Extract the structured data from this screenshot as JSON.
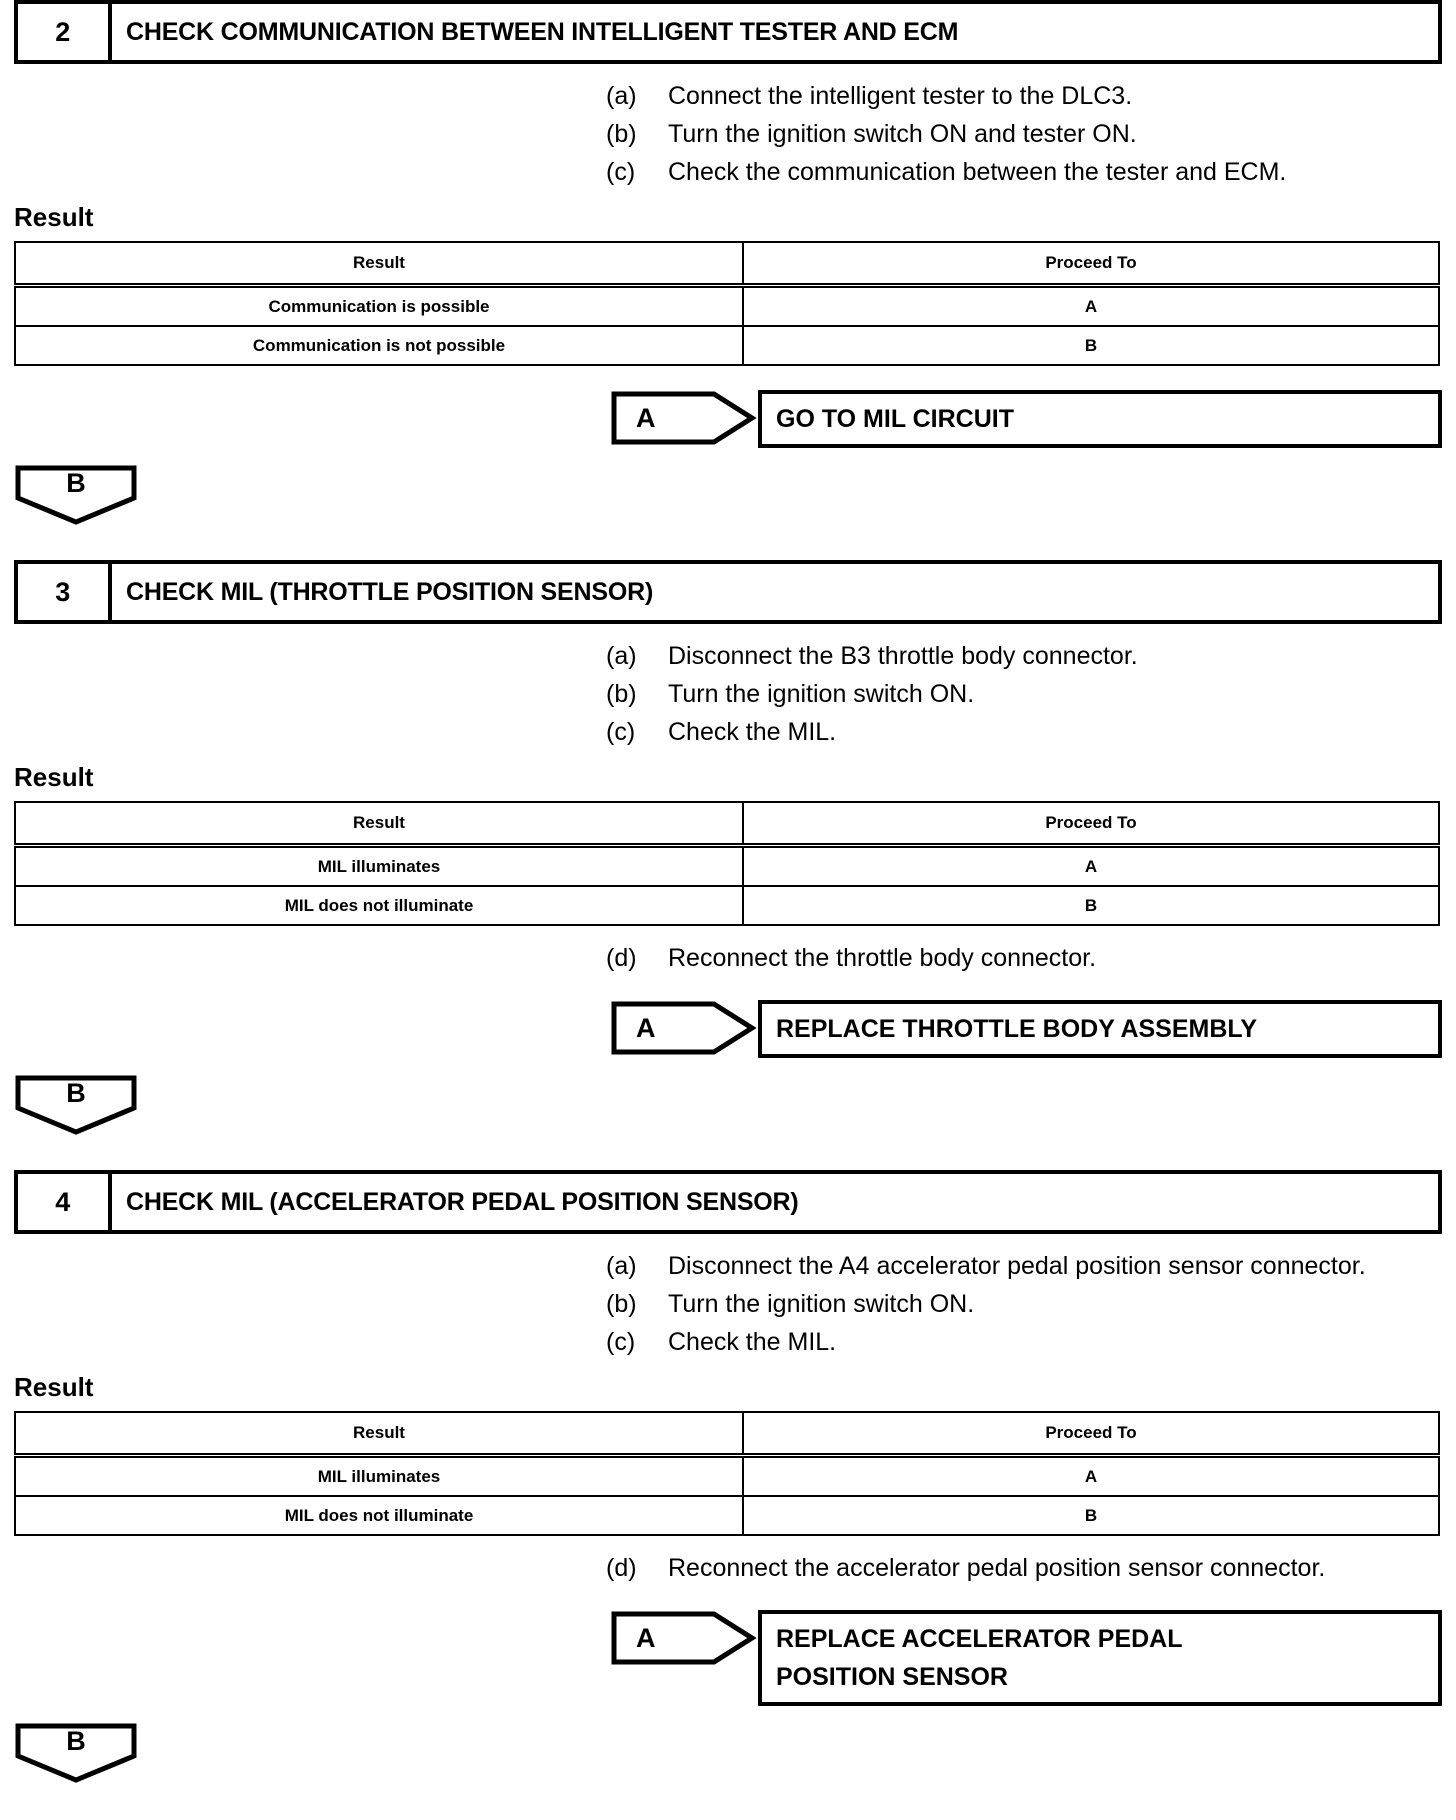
{
  "document": {
    "type": "diagnostic-flowchart",
    "result_caption": "Result",
    "table_headers": {
      "result": "Result",
      "proceed_to": "Proceed To"
    },
    "connector_a": "A",
    "connector_b": "B"
  },
  "steps": [
    {
      "number": "2",
      "title": "CHECK COMMUNICATION BETWEEN INTELLIGENT TESTER AND ECM",
      "instructions": [
        {
          "letter": "(a)",
          "text": "Connect the intelligent tester to the DLC3."
        },
        {
          "letter": "(b)",
          "text": "Turn the ignition switch ON and tester ON."
        },
        {
          "letter": "(c)",
          "text": "Check the communication between the tester and ECM."
        }
      ],
      "result_caption": "Result",
      "table": {
        "headers": [
          "Result",
          "Proceed To"
        ],
        "rows": [
          [
            "Communication is possible",
            "A"
          ],
          [
            "Communication is not possible",
            "B"
          ]
        ]
      },
      "post_instructions": [],
      "outcome": {
        "connector": "A",
        "lines": [
          "GO TO MIL CIRCUIT"
        ]
      },
      "next_connector": "B"
    },
    {
      "number": "3",
      "title": "CHECK MIL (THROTTLE POSITION SENSOR)",
      "instructions": [
        {
          "letter": "(a)",
          "text": "Disconnect the B3 throttle body connector."
        },
        {
          "letter": "(b)",
          "text": "Turn the ignition switch ON."
        },
        {
          "letter": "(c)",
          "text": "Check the MIL."
        }
      ],
      "result_caption": "Result",
      "table": {
        "headers": [
          "Result",
          "Proceed To"
        ],
        "rows": [
          [
            "MIL illuminates",
            "A"
          ],
          [
            "MIL does not illuminate",
            "B"
          ]
        ]
      },
      "post_instructions": [
        {
          "letter": "(d)",
          "text": "Reconnect the throttle body connector."
        }
      ],
      "outcome": {
        "connector": "A",
        "lines": [
          "REPLACE THROTTLE BODY ASSEMBLY"
        ]
      },
      "next_connector": "B"
    },
    {
      "number": "4",
      "title": "CHECK MIL (ACCELERATOR PEDAL POSITION SENSOR)",
      "instructions": [
        {
          "letter": "(a)",
          "text": "Disconnect the A4 accelerator pedal position sensor connector."
        },
        {
          "letter": "(b)",
          "text": "Turn the ignition switch ON."
        },
        {
          "letter": "(c)",
          "text": "Check the MIL."
        }
      ],
      "result_caption": "Result",
      "table": {
        "headers": [
          "Result",
          "Proceed To"
        ],
        "rows": [
          [
            "MIL illuminates",
            "A"
          ],
          [
            "MIL does not illuminate",
            "B"
          ]
        ]
      },
      "post_instructions": [
        {
          "letter": "(d)",
          "text": "Reconnect the accelerator pedal position sensor connector."
        }
      ],
      "outcome": {
        "connector": "A",
        "lines": [
          "REPLACE ACCELERATOR PEDAL",
          "POSITION SENSOR"
        ]
      },
      "next_connector": "B"
    }
  ]
}
